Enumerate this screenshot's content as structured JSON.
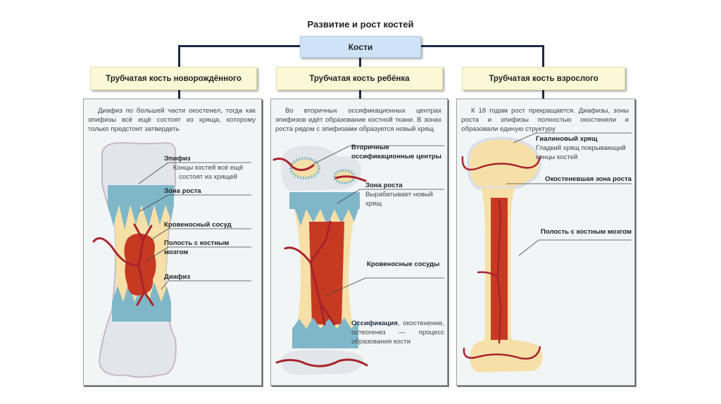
{
  "title": "Развитие и рост костей",
  "root": {
    "label": "Кости"
  },
  "colors": {
    "connector": "#1d2a45",
    "root_fill": "#cfe3f7",
    "category_fill": "#fbf8d8",
    "panel_fill": "#f1f5f5",
    "cartilage": "#e2e6ea",
    "growth_zone": "#7fb7c9",
    "bone_tissue": "#f6e0a8",
    "marrow": "#c63a22",
    "vessel": "#a9232c"
  },
  "categories": [
    {
      "label": "Трубчатая кость новорождённого",
      "description": "Диафиз по большей части окостенел, тогда как эпифизы всё ещё состоят из хряща, которому только предстоит затвердеть",
      "labels": [
        {
          "title": "Эпифиз",
          "text": "Концы костей всё ещё состоят из хрящей"
        },
        {
          "title": "Зона роста",
          "text": ""
        },
        {
          "title": "Кровеносный сосуд",
          "text": ""
        },
        {
          "title": "Полость с костным мозгом",
          "text": ""
        },
        {
          "title": "Диафиз",
          "text": ""
        }
      ]
    },
    {
      "label": "Трубчатая кость ребёнка",
      "description": "Во вторичных оссификационных центрах эпифизов идёт образование костной ткани. В зонах роста рядом с эпифизами образуется новый хрящ",
      "labels": [
        {
          "title": "Вторичные оссификационные центры",
          "text": ""
        },
        {
          "title": "Зона роста",
          "text": "Вырабатывает новый хрящ"
        },
        {
          "title": "Кровеносные сосуды",
          "text": ""
        }
      ],
      "note": {
        "term": "Оссификация",
        "text": ", окостенение, остеогенез — процесс образования кости"
      }
    },
    {
      "label": "Трубчатая кость взрослого",
      "description": "К 18 годам рост прекращается. Диафизы, зоны роста и эпифизы полностью окостенели и образовали единую структуру",
      "labels": [
        {
          "title": "Гиалиновый хрящ",
          "text": "Гладкий хрящ покрывающий концы костей"
        },
        {
          "title": "Окостеневшая зона роста",
          "text": ""
        },
        {
          "title": "Полость с костным мозгом",
          "text": ""
        }
      ]
    }
  ]
}
